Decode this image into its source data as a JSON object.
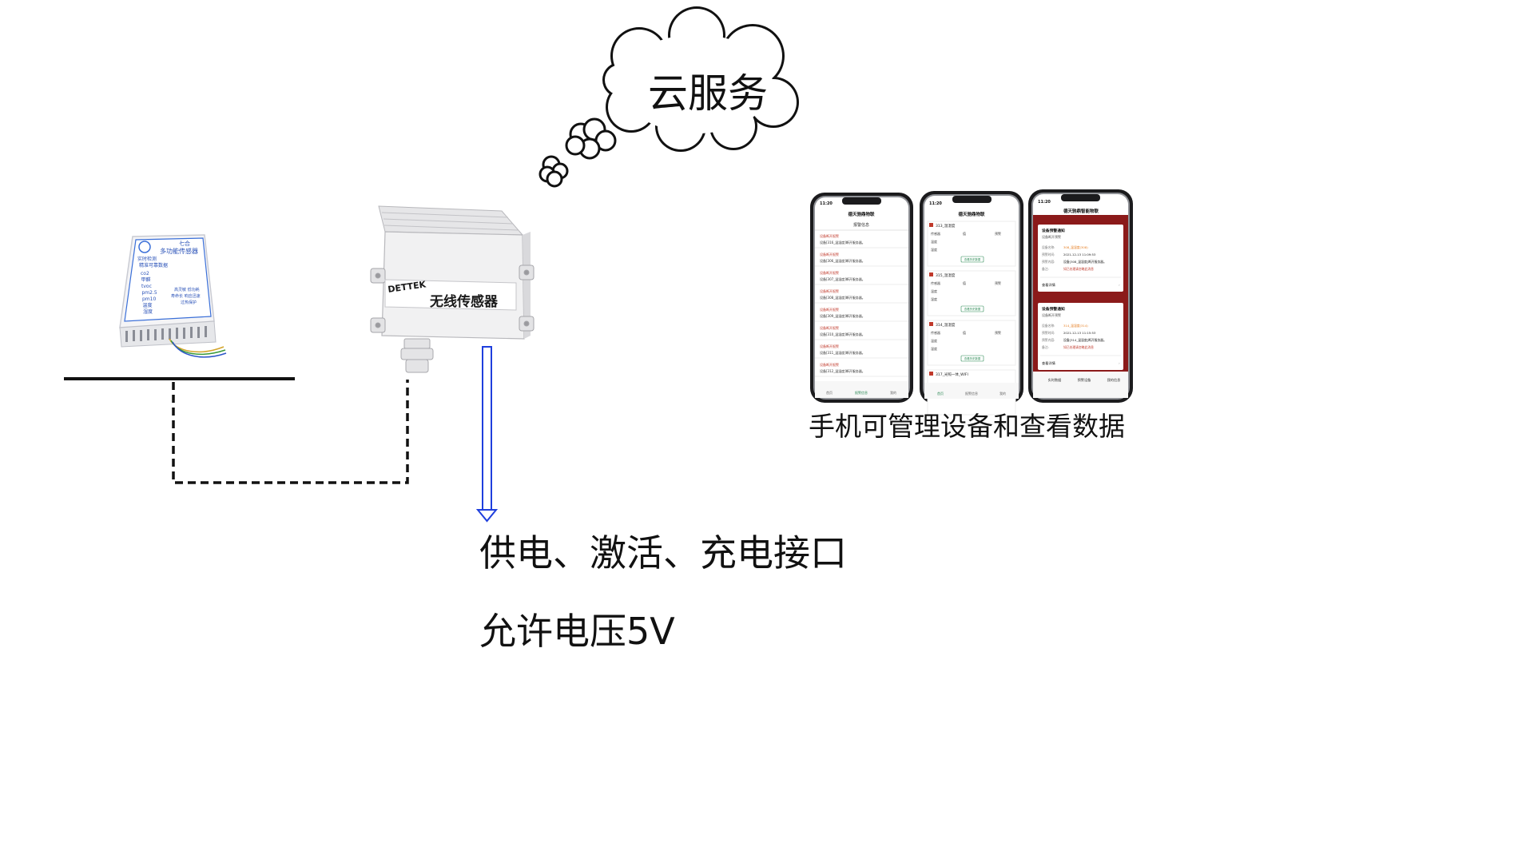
{
  "cloud": {
    "label": "云服务"
  },
  "sensor_small": {
    "brand": "七合",
    "title": "多功能传感器",
    "subtitle": "实时检测\n精准可靠数据",
    "items": [
      "co2",
      "甲醛",
      "tvoc",
      "pm2.5",
      "pm10",
      "温度",
      "湿度"
    ],
    "features": [
      "高灵敏",
      "低功耗",
      "寿命长",
      "响应迅速",
      "过热保护"
    ]
  },
  "sensor_box": {
    "brand": "DETTEK",
    "label": "无线传感器"
  },
  "power_note": {
    "line1": "供电、激活、充电接口",
    "line2": "允许电压5V"
  },
  "phones": {
    "caption": "手机可管理设备和查看数据",
    "phone1": {
      "time": "11:20",
      "app_title": "德天驰鼎物联",
      "section": "报警信息",
      "alert_title": "设备断开报警",
      "rows": [
        "设备[316_温湿度]断开服务器。",
        "设备[306_温湿度]断开服务器。",
        "设备[307_温湿度]断开服务器。",
        "设备[308_温湿度]断开服务器。",
        "设备[309_温湿度]断开服务器。",
        "设备[310_温湿度]断开服务器。",
        "设备[311_温湿度]断开服务器。",
        "设备[312_温湿度]断开服务器。"
      ],
      "nav": [
        "首页",
        "报警信息",
        "我的"
      ]
    },
    "phone2": {
      "time": "11:20",
      "app_title": "德天驰鼎物联",
      "cards": [
        "313_温湿度",
        "315_温湿度",
        "314_温湿度",
        "317_光照一体_WIFI"
      ],
      "col_headers": [
        "传感器",
        "值",
        "预警"
      ],
      "rows": [
        "温度",
        "湿度"
      ],
      "button": "查看历史数据",
      "nav": [
        "首页",
        "报警信息",
        "我的"
      ]
    },
    "phone3": {
      "time": "11:20",
      "app_title": "德天驰鼎智能物联",
      "notice_title": "设备预警通知",
      "notice_sub": "设备断开预警",
      "device_label": "设备名称:",
      "device_1": "308_温湿度(308)",
      "time_label": "预警时间:",
      "time_1": "2021-12-13 11:09:53",
      "content_label": "预警内容:",
      "content_1": "设备[308_温湿度]断开服务器。",
      "remark_label": "备注:",
      "remark": "如已处理请忽略此消息",
      "device_2": "314_温湿度(314)",
      "time_2": "2021-12-13 11:15:53",
      "content_2": "设备[314_温湿度]断开服务器。",
      "more": "查看详情",
      "nav": [
        "实时数据",
        "预警设备",
        "我的信息"
      ]
    }
  },
  "colors": {
    "arrow_blue": "#1f3fdd",
    "alert_red": "#c0392b",
    "dark_red": "#8b1a1a",
    "green": "#2e8b57"
  }
}
